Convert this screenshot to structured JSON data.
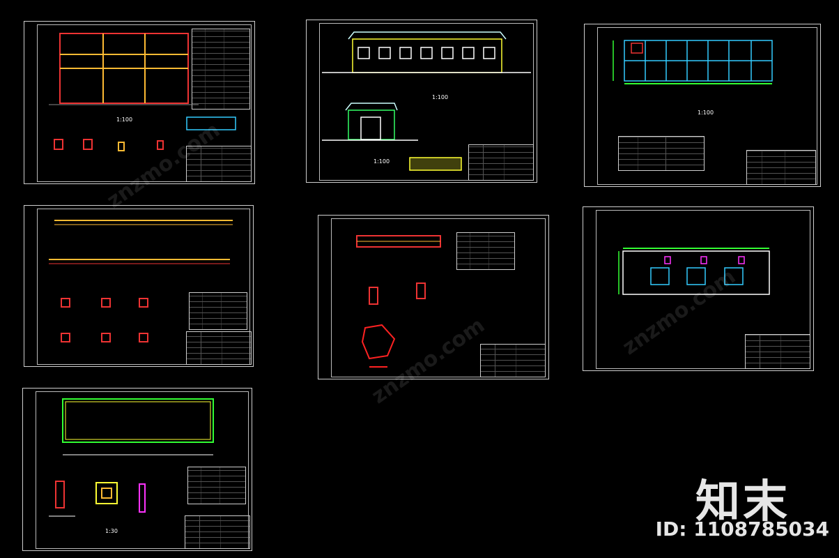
{
  "brand": {
    "logo_text": "知末",
    "id_text": "ID: 1108785034"
  },
  "watermark": {
    "text": "znzmo.com"
  },
  "labels": {
    "elevation_scale_1": "1:100",
    "elevation_scale_2": "1:100",
    "plan_scale_1": "1:100",
    "frame_scale": "1:100",
    "foundation_scale": "1:30"
  }
}
